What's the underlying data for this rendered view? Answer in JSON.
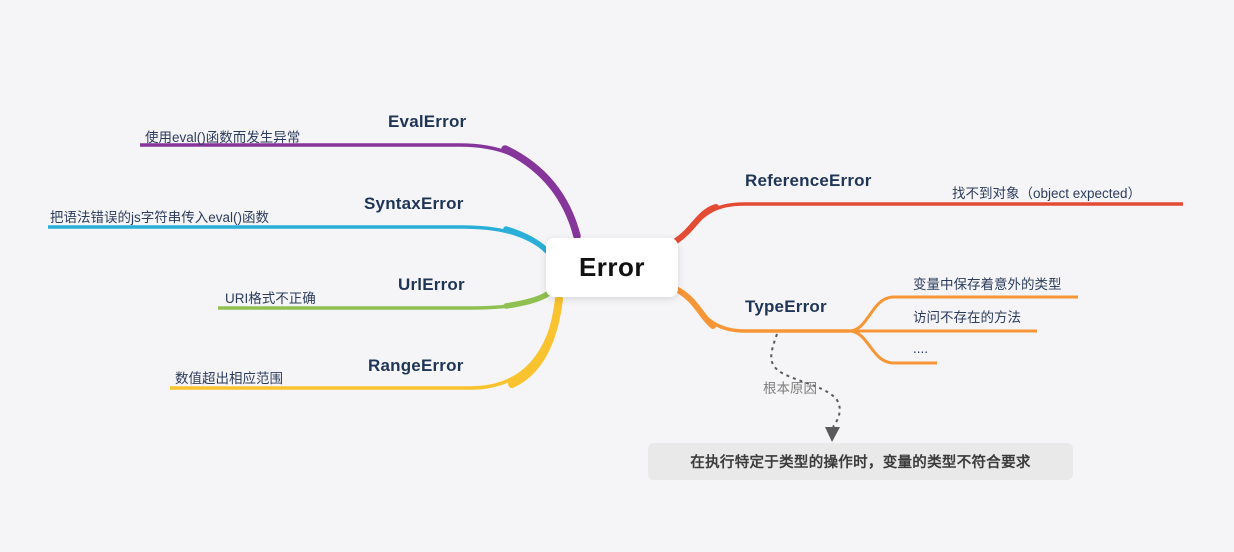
{
  "root": {
    "label": "Error"
  },
  "branches": {
    "eval": {
      "label": "EvalError",
      "note": "使用eval()函数而发生异常",
      "color": "#86359b"
    },
    "syntax": {
      "label": "SyntaxError",
      "note": "把语法错误的js字符串传入eval()函数",
      "color": "#2ab0d8"
    },
    "url": {
      "label": "UrlError",
      "note": "URI格式不正确",
      "color": "#90c051"
    },
    "range": {
      "label": "RangeError",
      "note": "数值超出相应范围",
      "color": "#f8c32e"
    },
    "reference": {
      "label": "ReferenceError",
      "note": "找不到对象（object expected）",
      "color": "#e44b35"
    },
    "type": {
      "label": "TypeError",
      "color": "#f79636",
      "children": {
        "c1": "变量中保存着意外的类型",
        "c2": "访问不存在的方法",
        "c3": "...."
      }
    }
  },
  "callout": {
    "label": "根本原因",
    "text": "在执行特定于类型的操作时，变量的类型不符合要求",
    "arrow_color": "#5a5a5a"
  }
}
